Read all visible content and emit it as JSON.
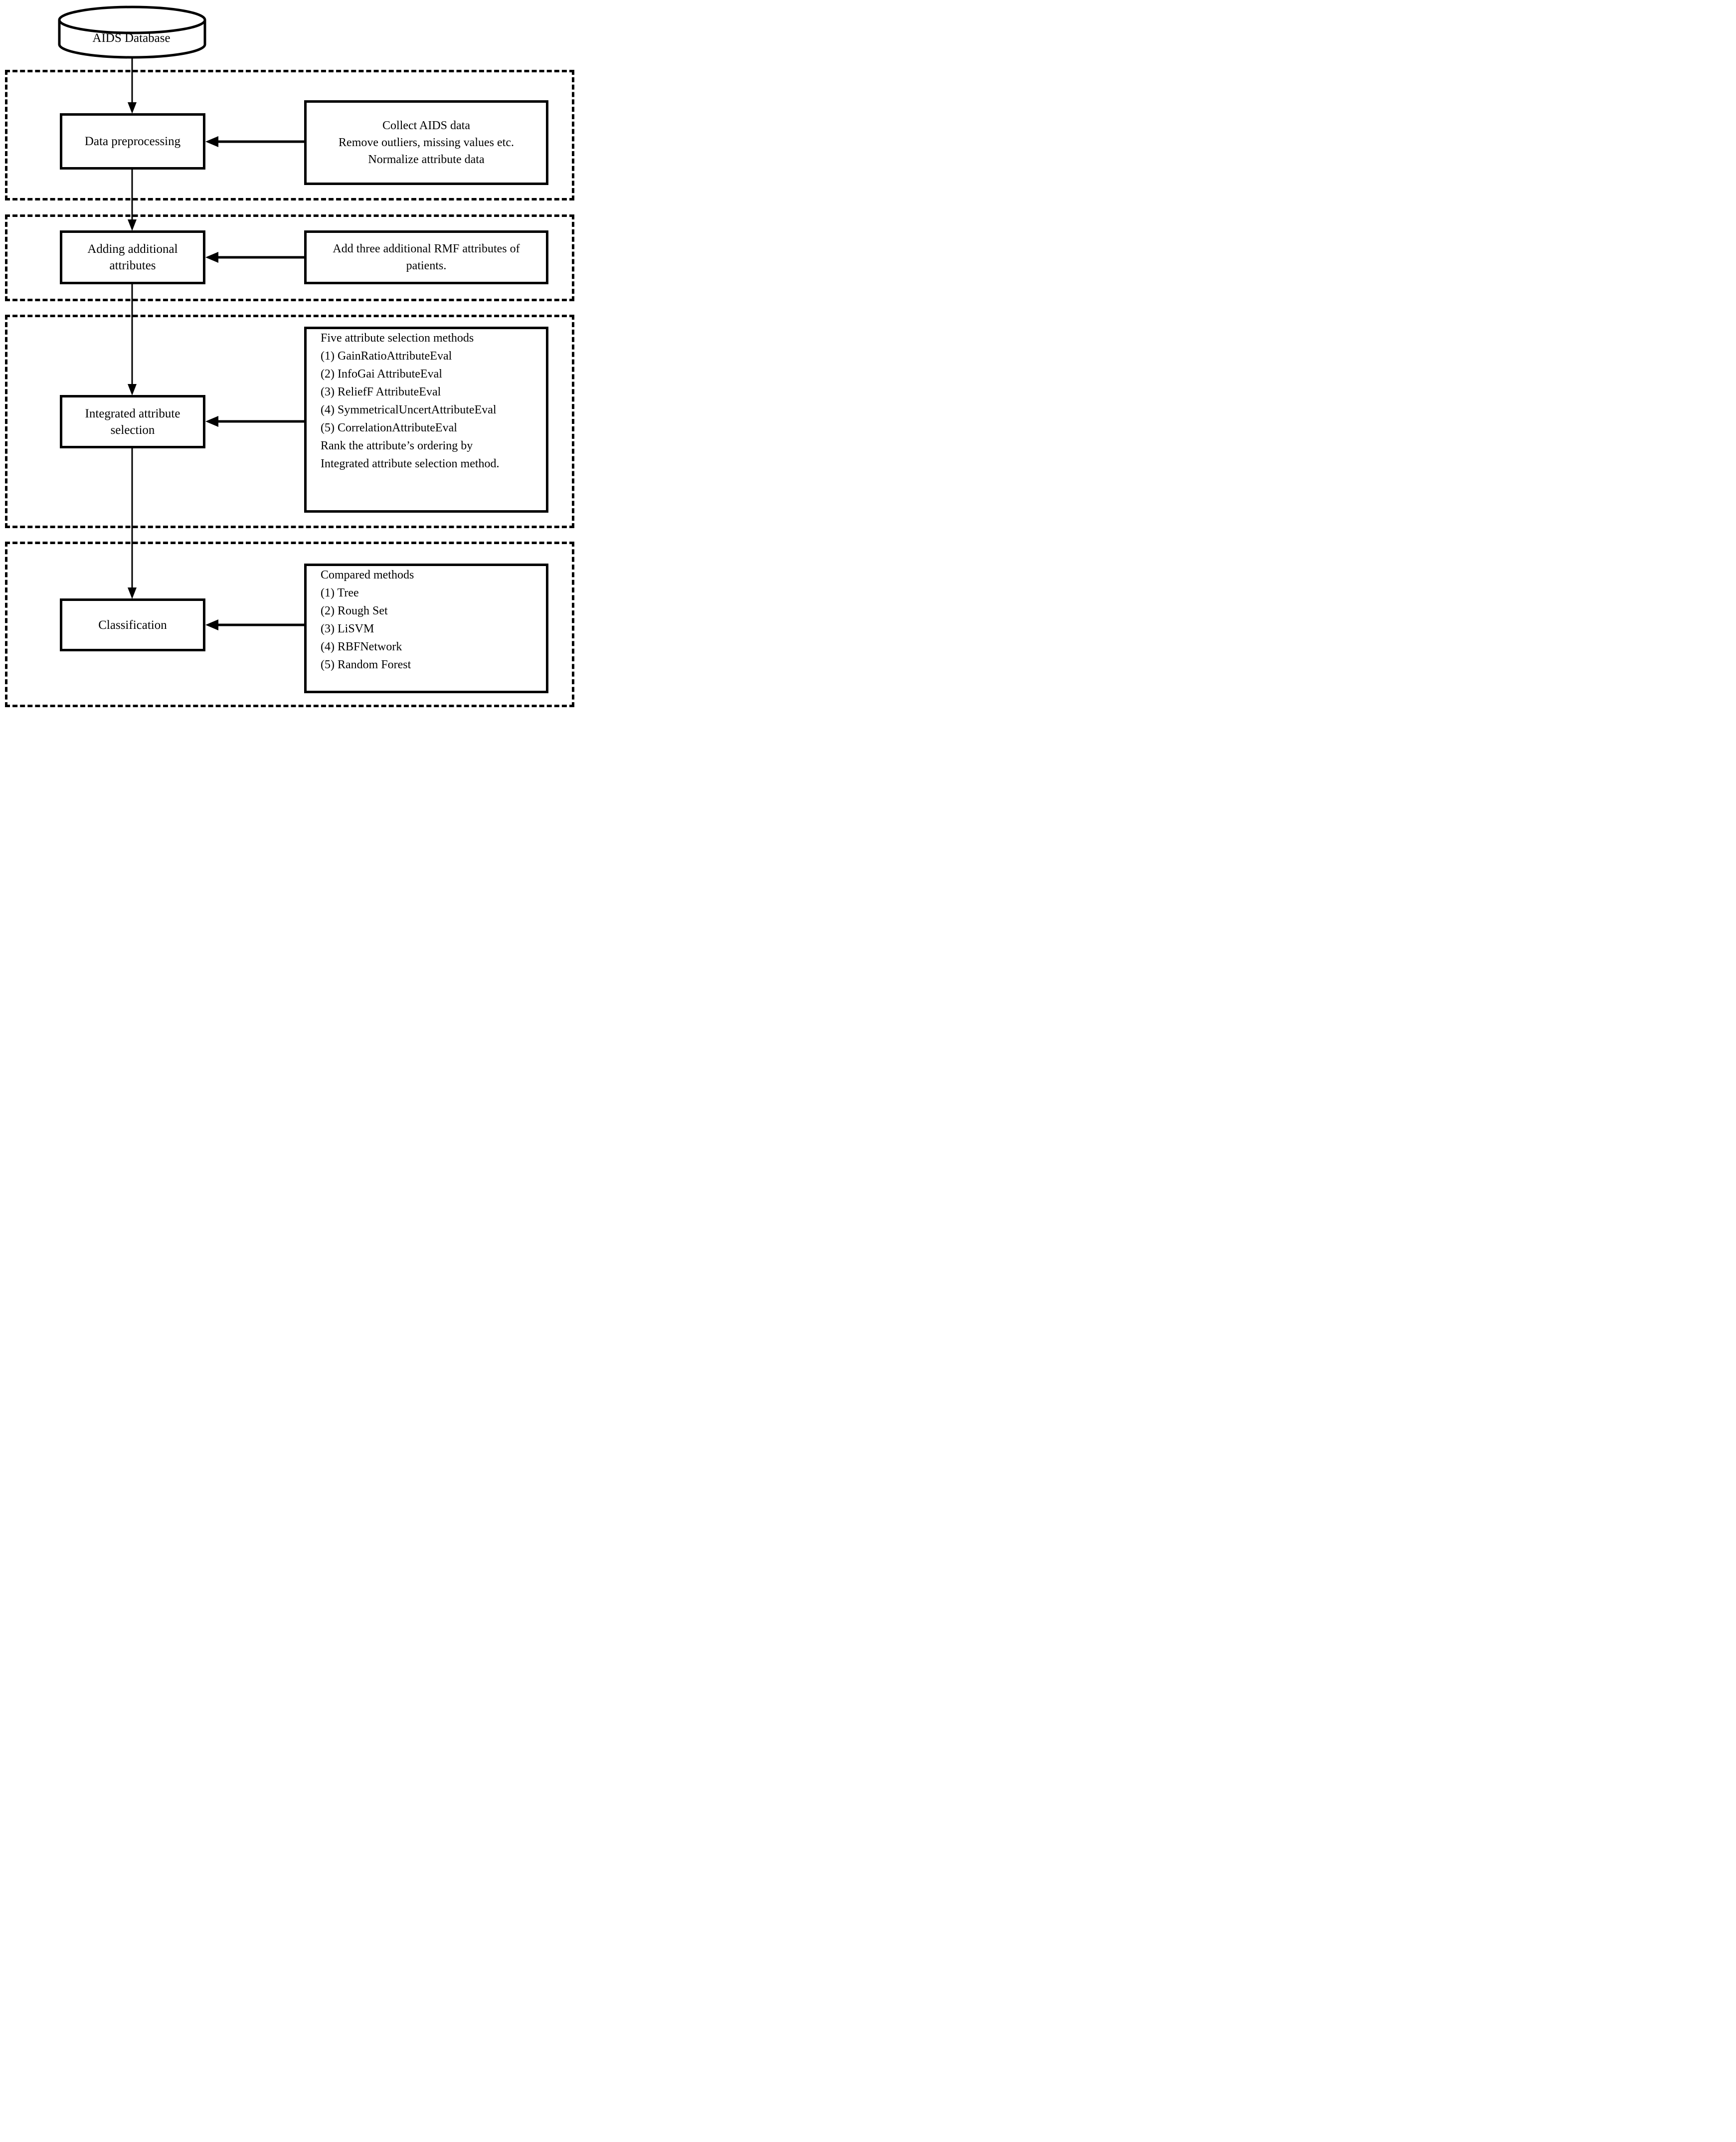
{
  "database": {
    "label": "AIDS Database"
  },
  "steps": [
    {
      "label": "Data preprocessing",
      "note_lines": [
        "Collect AIDS data",
        "Remove outliers, missing values etc.",
        "Normalize attribute data"
      ]
    },
    {
      "label": "Adding additional attributes",
      "note_lines": [
        "Add three additional RMF attributes of",
        "patients."
      ]
    },
    {
      "label": "Integrated attribute selection",
      "note_lines": [
        "Five attribute selection methods",
        "(1) GainRatioAttributeEval",
        "(2) InfoGai AttributeEval",
        "(3) ReliefF AttributeEval",
        "(4) SymmetricalUncertAttributeEval",
        "(5) CorrelationAttributeEval",
        "Rank the attribute’s ordering by",
        "Integrated attribute selection method."
      ]
    },
    {
      "label": "Classification",
      "note_lines": [
        "Compared methods",
        "(1) Tree",
        "(2) Rough Set",
        "(3) LiSVM",
        "(4) RBFNetwork",
        "(5) Random Forest"
      ]
    }
  ],
  "colors": {
    "ink": "#000000",
    "paper": "#ffffff"
  }
}
